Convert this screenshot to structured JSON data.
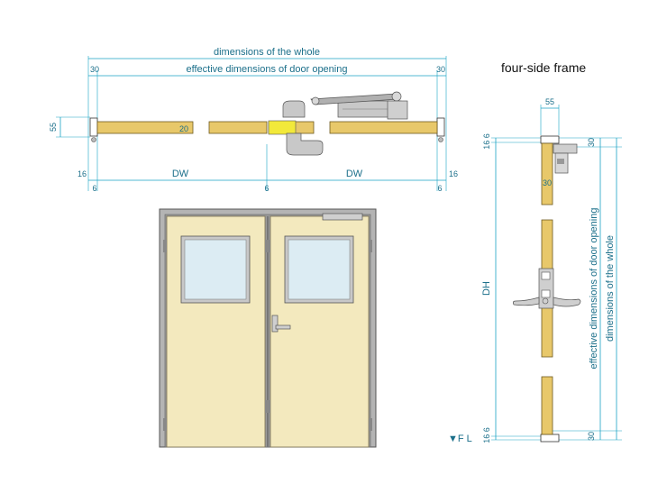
{
  "labels": {
    "whole": "dimensions of the whole",
    "effective": "effective dimensions of door opening",
    "frame_title": "four-side frame",
    "dw_left": "DW",
    "dw_right": "DW",
    "dh": "DH",
    "fl": "▼F L",
    "vert_effective": "effective dimensions of door opening",
    "vert_whole": "dimensions of the whole"
  },
  "dims": {
    "d30_left": "30",
    "d30_right": "30",
    "d55": "55",
    "d16_left": "16",
    "d16_right": "16",
    "d6_left": "6",
    "d6_mid": "6",
    "d6_right": "6",
    "d20": "20",
    "top_55": "55",
    "top_6": "6",
    "top_16": "16",
    "top_30": "30",
    "mid_30": "30",
    "bot_16": "16",
    "bot_6": "6",
    "bot_30": "30"
  },
  "colors": {
    "door_leaf": "#f3e9be",
    "frame": "#b4b4b4",
    "glass": "#dcecf3",
    "dimension": "#1aa3c4",
    "section_fill": "#e8c86a"
  }
}
